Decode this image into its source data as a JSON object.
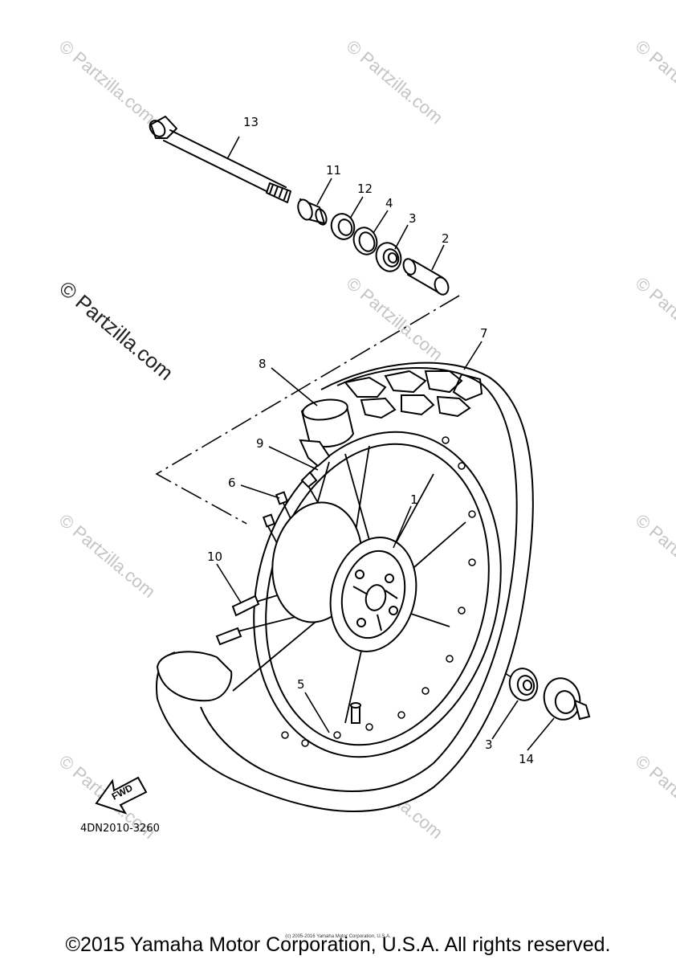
{
  "diagram": {
    "callouts": {
      "c1": "1",
      "c2": "2",
      "c3a": "3",
      "c3b": "3",
      "c4": "4",
      "c5": "5",
      "c6": "6",
      "c7": "7",
      "c8": "8",
      "c9": "9",
      "c10": "10",
      "c11": "11",
      "c12": "12",
      "c13": "13",
      "c14": "14"
    },
    "drawing_code": "4DN2010-3260",
    "fwd_label": "FWD",
    "watermark": "© Partzilla.com",
    "watermark_prominent": "© Partzilla.com"
  },
  "footer": {
    "copyright": "©2015 Yamaha Motor Corporation, U.S.A. All rights reserved.",
    "small_copyright": "(c) 2005-2016 Yamaha Motor Corporation, U.S.A."
  },
  "colors": {
    "line": "#000000",
    "watermark": "#c4c4c4",
    "background": "#ffffff"
  }
}
